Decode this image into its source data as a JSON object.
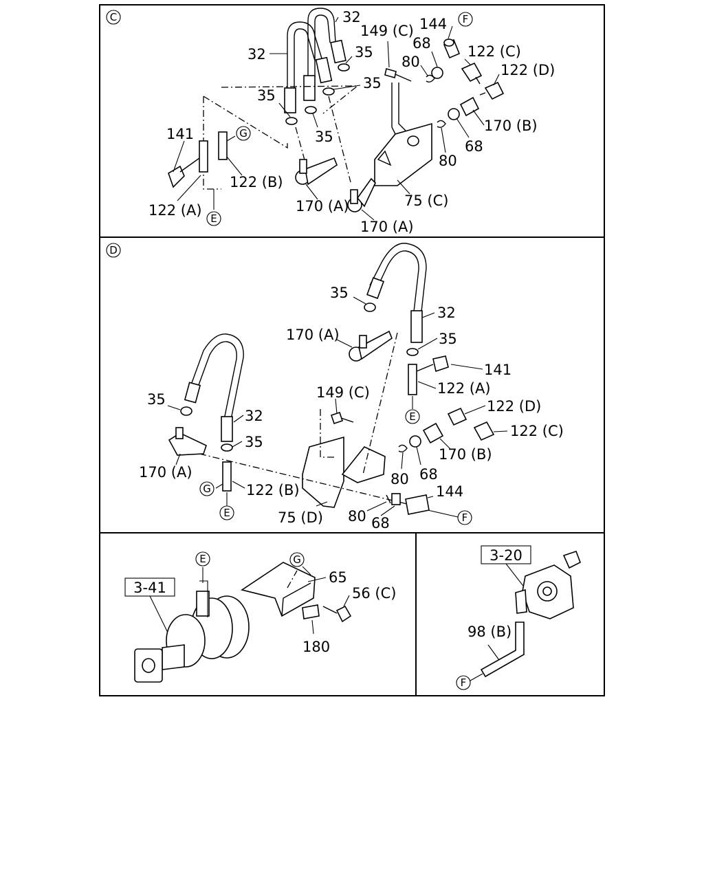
{
  "sections": {
    "c": {
      "tag": "C"
    },
    "d": {
      "tag": "D"
    }
  },
  "refs": {
    "r341": "3-41",
    "r320": "3-20"
  },
  "circles": {
    "c_f": "F",
    "c_g": "G",
    "c_e": "E",
    "d_e1": "E",
    "d_g": "G",
    "d_e2": "E",
    "d_f": "F",
    "b_e": "E",
    "b_g": "G",
    "b_f": "F"
  },
  "labels": {
    "c_32a": "32",
    "c_32b": "32",
    "c_35a": "35",
    "c_35b": "35",
    "c_35c": "35",
    "c_35d": "35",
    "c_149c": "149 (C)",
    "c_144": "144",
    "c_68a": "68",
    "c_80a": "80",
    "c_122c": "122 (C)",
    "c_122d": "122 (D)",
    "c_170b": "170 (B)",
    "c_68b": "68",
    "c_80b": "80",
    "c_141": "141",
    "c_122b": "122 (B)",
    "c_122a": "122 (A)",
    "c_170a1": "170 (A)",
    "c_75c": "75 (C)",
    "c_170a2": "170 (A)",
    "d_35a": "35",
    "d_32a": "32",
    "d_170a1": "170 (A)",
    "d_35b": "35",
    "d_141": "141",
    "d_122a": "122 (A)",
    "d_149c": "149 (C)",
    "d_35c": "35",
    "d_32b": "32",
    "d_35d": "35",
    "d_122d": "122 (D)",
    "d_122c": "122 (C)",
    "d_170b": "170 (B)",
    "d_170a2": "170 (A)",
    "d_80a": "80",
    "d_68a": "68",
    "d_122b": "122 (B)",
    "d_144": "144",
    "d_80b": "80",
    "d_75d": "75 (D)",
    "d_68b": "68",
    "b_65": "65",
    "b_56c": "56 (C)",
    "b_180": "180",
    "b_98b": "98 (B)"
  }
}
